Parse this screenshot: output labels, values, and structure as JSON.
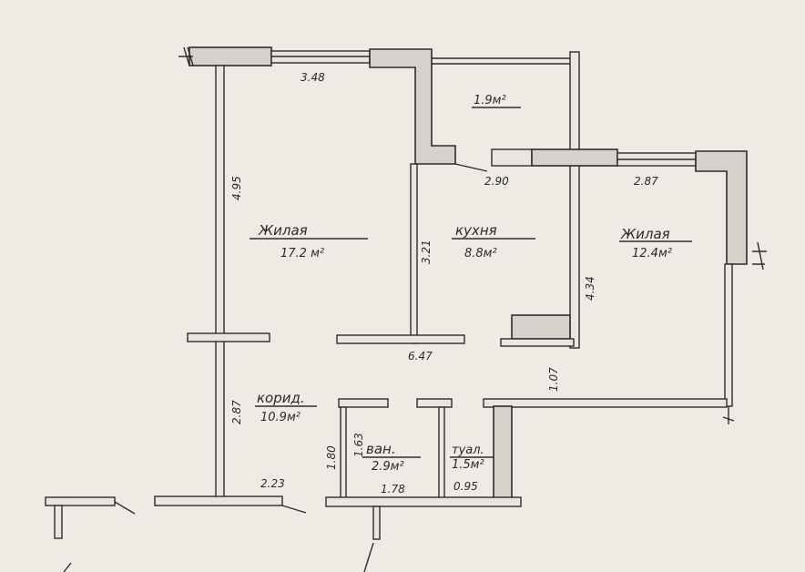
{
  "rooms": {
    "living1": {
      "name": "Жилая",
      "area": "17.2 м²"
    },
    "small": {
      "area": "1.9м²"
    },
    "kitchen": {
      "name": "кухня",
      "area": "8.8м²"
    },
    "living2": {
      "name": "Жилая",
      "area": "12.4м²"
    },
    "corridor": {
      "name": "корид.",
      "area": "10.9м²"
    },
    "bath": {
      "name": "ван.",
      "area": "2.9м²"
    },
    "toilet": {
      "name": "туал.",
      "area": "1.5м²"
    }
  },
  "dimensions": {
    "d348": "3.48",
    "d495": "4.95",
    "d290": "2.90",
    "d287a": "2.87",
    "d321": "3.21",
    "d434": "4.34",
    "d647": "6.47",
    "d107": "1.07",
    "d287b": "2.87",
    "d223": "2.23",
    "d180": "1.80",
    "d163": "1.63",
    "d178": "1.78",
    "d095": "0.95"
  }
}
